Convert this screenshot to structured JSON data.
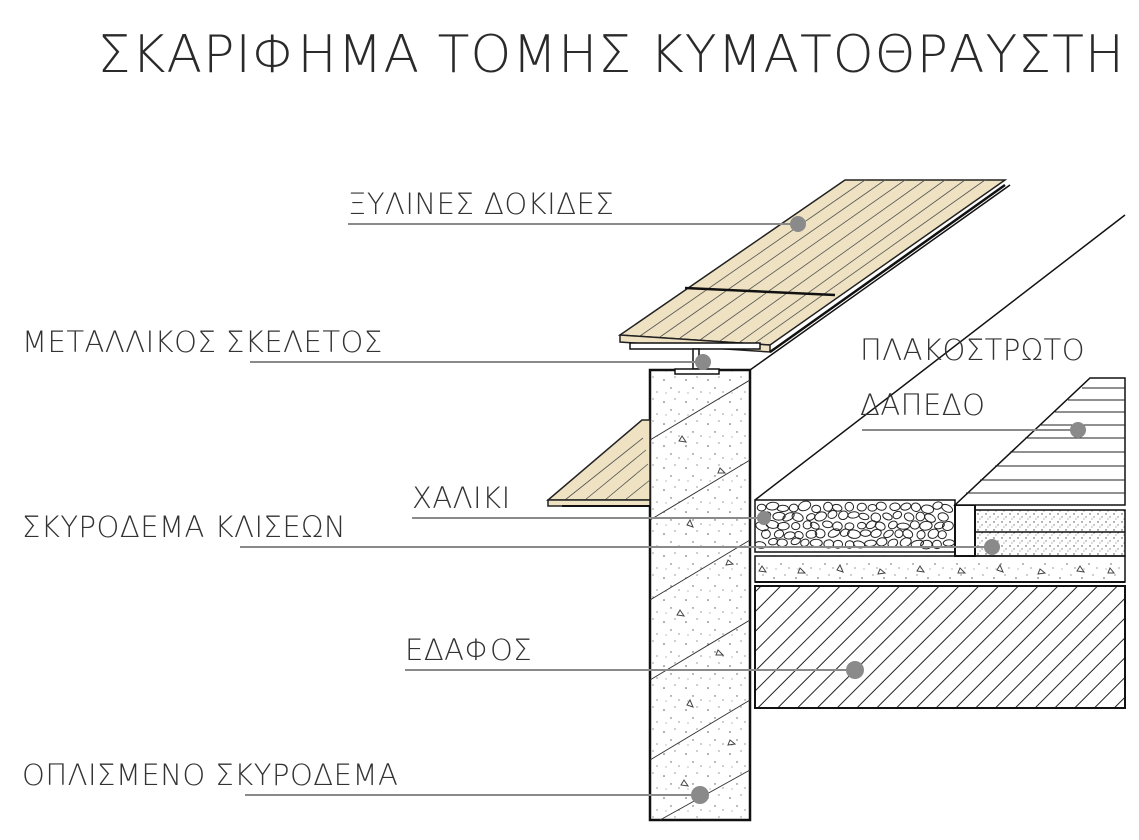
{
  "title": "ΣΚΑΡΙΦΗΜΑ ΤΟΜΗΣ ΚΥΜΑΤΟΘΡΑΥΣΤΗ",
  "labels": {
    "wood_beams": "ΞΥΛΙΝΕΣ ΔΟΚΙΔΕΣ",
    "metal_frame": "ΜΕΤΑΛΛΙΚΟΣ ΣΚΕΛΕΤΟΣ",
    "paved_floor_line1": "ΠΛΑΚΟΣΤΡΩΤΟ",
    "paved_floor_line2": "ΔΑΠΕΔΟ",
    "gravel": "ΧΑΛΙΚΙ",
    "slope_concrete": "ΣΚΥΡΟΔΕΜΑ ΚΛΙΣΕΩΝ",
    "soil": "ΕΔΑΦΟΣ",
    "reinforced_concrete": "ΟΠΛΙΣΜΕΝΟ ΣΚΥΡΟΔΕΜΑ"
  },
  "colors": {
    "wood": "#efe2c2",
    "leader": "#8a8a8a",
    "line": "#1a1a1a"
  }
}
